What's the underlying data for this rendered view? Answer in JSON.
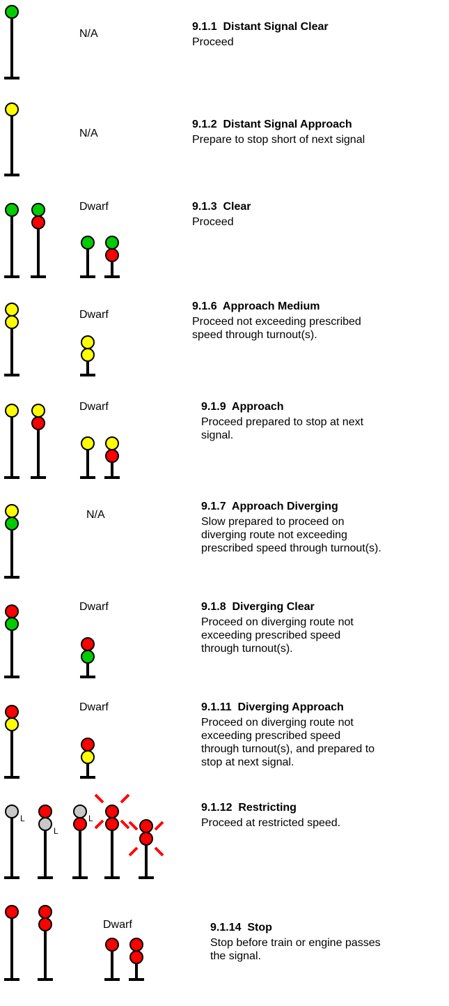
{
  "colors": {
    "green": "#00cc00",
    "yellow": "#ffff00",
    "red": "#ff0000",
    "lunar": "#c8c8c8",
    "flash": "#ff0000"
  },
  "rows": [
    {
      "code": "9.1.1  Distant Signal Clear",
      "dwarf_label": "N/A",
      "desc": [
        "Proceed"
      ],
      "signals": [
        {
          "kind": "high",
          "lamps": [
            "green"
          ]
        }
      ]
    },
    {
      "code": "9.1.2  Distant Signal Approach",
      "dwarf_label": "N/A",
      "desc": [
        "Prepare to stop short of next signal"
      ],
      "signals": [
        {
          "kind": "high",
          "lamps": [
            "yellow"
          ]
        }
      ]
    },
    {
      "code": "9.1.3  Clear",
      "dwarf_label": "Dwarf",
      "desc": [
        "Proceed"
      ],
      "signals": [
        {
          "kind": "high",
          "lamps": [
            "green"
          ]
        },
        {
          "kind": "high",
          "lamps": [
            "green",
            "red"
          ]
        },
        {
          "kind": "dwarf",
          "lamps": [
            "green"
          ]
        },
        {
          "kind": "dwarf",
          "lamps": [
            "green",
            "red"
          ]
        }
      ]
    },
    {
      "code": "9.1.6  Approach Medium",
      "dwarf_label": "Dwarf",
      "desc": [
        "Proceed not exceeding prescribed",
        "speed through turnout(s)."
      ],
      "signals": [
        {
          "kind": "high",
          "lamps": [
            "yellow",
            "yellow"
          ]
        },
        {
          "kind": "dwarf",
          "lamps": [
            "yellow",
            "yellow"
          ]
        }
      ]
    },
    {
      "code": "9.1.9  Approach",
      "dwarf_label": "Dwarf",
      "desc": [
        "Proceed prepared to stop at next",
        "signal."
      ],
      "signals": [
        {
          "kind": "high",
          "lamps": [
            "yellow"
          ]
        },
        {
          "kind": "high",
          "lamps": [
            "yellow",
            "red"
          ]
        },
        {
          "kind": "dwarf",
          "lamps": [
            "yellow"
          ]
        },
        {
          "kind": "dwarf",
          "lamps": [
            "yellow",
            "red"
          ]
        }
      ]
    },
    {
      "code": "9.1.7  Approach Diverging",
      "dwarf_label": "N/A",
      "desc": [
        "Slow prepared to proceed on",
        "diverging route not exceeding",
        "prescribed speed through turnout(s)."
      ],
      "signals": [
        {
          "kind": "high",
          "lamps": [
            "yellow",
            "green"
          ]
        }
      ]
    },
    {
      "code": "9.1.8  Diverging Clear",
      "dwarf_label": "Dwarf",
      "desc": [
        "Proceed on diverging route not",
        "exceeding prescribed speed",
        "through turnout(s)."
      ],
      "signals": [
        {
          "kind": "high",
          "lamps": [
            "red",
            "green"
          ]
        },
        {
          "kind": "dwarf",
          "lamps": [
            "red",
            "green"
          ]
        }
      ]
    },
    {
      "code": "9.1.11  Diverging Approach",
      "dwarf_label": "Dwarf",
      "desc": [
        "Proceed on diverging route not",
        "exceeding prescribed speed",
        "through turnout(s), and prepared to",
        "stop at next signal."
      ],
      "signals": [
        {
          "kind": "high",
          "lamps": [
            "red",
            "yellow"
          ]
        },
        {
          "kind": "dwarf",
          "lamps": [
            "red",
            "yellow"
          ]
        }
      ]
    },
    {
      "code": "9.1.12  Restricting",
      "dwarf_label": "",
      "desc": [
        "Proceed at restricted speed."
      ],
      "signals": [
        {
          "kind": "high",
          "lamps": [
            "lunar"
          ],
          "lunar_mark": "L"
        },
        {
          "kind": "high",
          "lamps": [
            "red",
            "lunar"
          ],
          "lunar_mark": "L"
        },
        {
          "kind": "high",
          "lamps": [
            "lunar",
            "red"
          ],
          "lunar_mark": "L"
        },
        {
          "kind": "high",
          "lamps": [
            "red",
            "red"
          ],
          "flashing": 0
        },
        {
          "kind": "high",
          "lamps": [
            "red",
            "red"
          ],
          "flashing": 1
        }
      ]
    },
    {
      "code": "9.1.14  Stop",
      "dwarf_label": "Dwarf",
      "desc": [
        "Stop before train or engine passes",
        "the signal."
      ],
      "signals": [
        {
          "kind": "high",
          "lamps": [
            "red"
          ]
        },
        {
          "kind": "high",
          "lamps": [
            "red",
            "red"
          ]
        },
        {
          "kind": "dwarf",
          "lamps": [
            "red"
          ]
        },
        {
          "kind": "dwarf",
          "lamps": [
            "red",
            "red"
          ]
        }
      ]
    }
  ]
}
